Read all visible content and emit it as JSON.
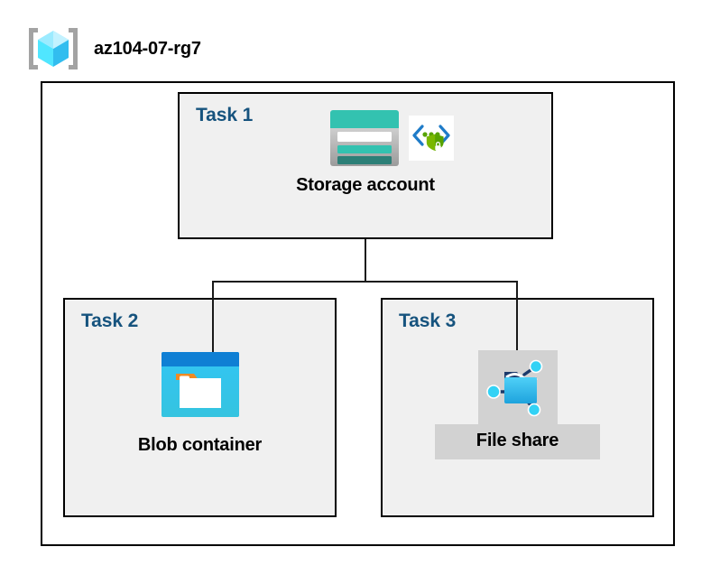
{
  "header": {
    "icon": "resource-group-icon",
    "title": "az104-07-rg7"
  },
  "boundary": {
    "name": "resource-group-boundary",
    "border_color": "#000000",
    "fill": "#ffffff"
  },
  "colors": {
    "task_label": "#16537e",
    "task_box_fill": "#f0f0f0",
    "box_border": "#000000",
    "connector": "#1a1a1a",
    "highlight_block": "#d2d2d2",
    "storage_teal": "#33c2b0",
    "storage_teal_dark": "#2c7f77",
    "blob_blue": "#0f7fd4",
    "blob_cyan": "#32c5f4",
    "blob_orange": "#f08a22",
    "file_share_blue": "#32bdef",
    "file_share_navy": "#1b3a6b",
    "node_cyan": "#32d2f5",
    "shield_green": "#57a300",
    "bracket_gray": "#a0a0a0",
    "cube_cyan": "#50e6ff"
  },
  "tasks": [
    {
      "label": "Task 1",
      "resource": {
        "caption": "Storage account",
        "icon": "storage-account-icon",
        "badge_icon": "secure-transfer-icon",
        "highlighted": false
      }
    },
    {
      "label": "Task 2",
      "resource": {
        "caption": "Blob container",
        "icon": "blob-container-icon",
        "badge_icon": null,
        "highlighted": false
      }
    },
    {
      "label": "Task 3",
      "resource": {
        "caption": "File share",
        "icon": "file-share-icon",
        "badge_icon": null,
        "highlighted": true
      }
    }
  ],
  "connectors": [
    {
      "name": "storage-to-bus-trunk",
      "from": "Task 1",
      "to": "junction"
    },
    {
      "name": "junction-bus",
      "from": "junction",
      "to": "junction"
    },
    {
      "name": "bus-to-blob-container",
      "from": "junction",
      "to": "Task 2"
    },
    {
      "name": "bus-to-file-share",
      "from": "junction",
      "to": "Task 3"
    }
  ]
}
